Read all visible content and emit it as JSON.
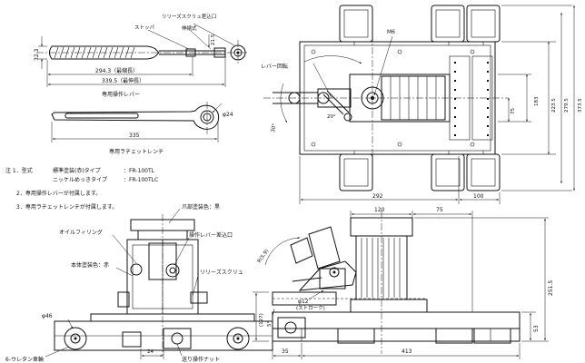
{
  "lever": {
    "dim_height": "32.3",
    "dim_overall": "294.3（最縮長）",
    "dim_extended": "339.5（最伸長）",
    "caption": "専用操作レバー",
    "lbl_stopper": "ストッパ",
    "lbl_grip": "伸縮式",
    "lbl_release": "リリーズスクリュ差込口",
    "dim_small": "21.5"
  },
  "wrench": {
    "dim_dia": "φ24",
    "dim_length": "335",
    "caption": "専用ラチェットレンチ"
  },
  "notes": {
    "n1_head": "注 1．型式",
    "n1a": "標準塗装(赤)タイプ",
    "n1a_model": "：FR-100TL",
    "n1b": "ニッケルめっきタイプ",
    "n1b_model": "：FR-100TLC",
    "n2": "2．専用操作レバーが付属します。",
    "n3": "3．専用ラチェットレンチが付属します。"
  },
  "top_view": {
    "lbl_m6": "M6",
    "lbl_lever_rot": "レバー回転",
    "dim_292": "292",
    "dim_100": "100",
    "dim_75": "75",
    "dim_183": "183",
    "dim_223": "223.5",
    "dim_2795": "279.5",
    "dim_3735": "373.5",
    "dim_30": "30°",
    "dim_20": "20°"
  },
  "front_view": {
    "lbl_claw_color": "爪部塗装色：黒",
    "lbl_oil_filling": "オイルフィリング",
    "lbl_lever_insert": "操作レバー差込口",
    "lbl_body_color": "本体塗装色：赤",
    "lbl_release_screw": "リリーズスクリュ",
    "lbl_dia46": "φ46",
    "lbl_wheels": "6-ウレタン車輪",
    "lbl_feed_nut": "送り操作ナット",
    "dim_24": "24"
  },
  "side_view": {
    "dim_120": "120",
    "dim_75": "75",
    "dim_2515": "251.5",
    "dim_53": "53",
    "dim_127": "(127)",
    "dim_5deg": "5°",
    "dim_35": "35",
    "dim_413": "413",
    "dim_dia12": "φ12",
    "lbl_dia12_note": "(ストローク)",
    "dim_r": "R(5.9)"
  }
}
